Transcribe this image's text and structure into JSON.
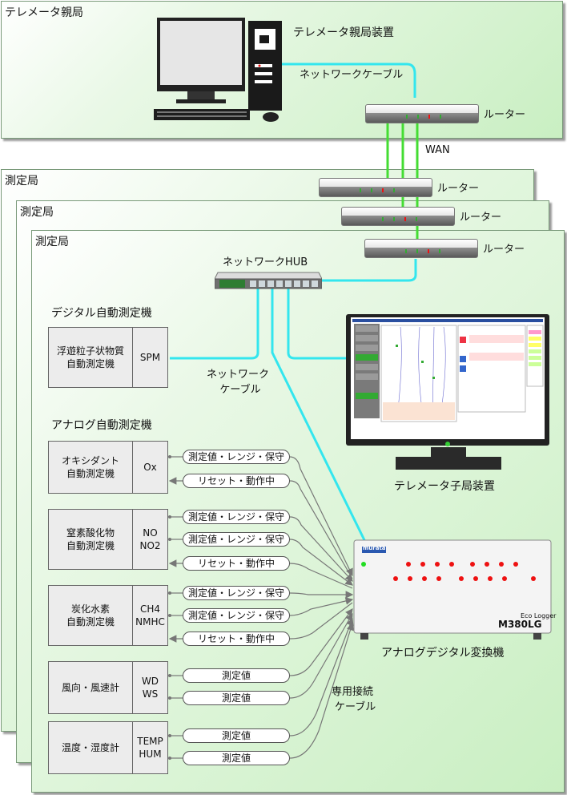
{
  "master": {
    "panel_title": "テレメータ親局",
    "device_label": "テレメータ親局装置",
    "cable_label": "ネットワークケーブル",
    "router_label": "ルーター"
  },
  "wan_label": "WAN",
  "stations": {
    "panel_title": "測定局",
    "router_label": "ルーター"
  },
  "hub_label": "ネットワークHUB",
  "digital": {
    "section_title": "デジタル自動測定機",
    "instrument": {
      "name_line1": "浮遊粒子状物質",
      "name_line2": "自動測定機",
      "code": "SPM"
    },
    "cable_line1": "ネットワーク",
    "cable_line2": "ケーブル"
  },
  "analog": {
    "section_title": "アナログ自動測定機",
    "instruments": [
      {
        "name_line1": "オキシダント",
        "name_line2": "自動測定機",
        "code_line1": "Ox",
        "code_line2": ""
      },
      {
        "name_line1": "窒素酸化物",
        "name_line2": "自動測定機",
        "code_line1": "NO",
        "code_line2": "NO2"
      },
      {
        "name_line1": "炭化水素",
        "name_line2": "自動測定機",
        "code_line1": "CH4",
        "code_line2": "NMHC"
      },
      {
        "name_line1": "風向・風速計",
        "name_line2": "",
        "code_line1": "WD",
        "code_line2": "WS"
      },
      {
        "name_line1": "温度・湿度計",
        "name_line2": "",
        "code_line1": "TEMP",
        "code_line2": "HUM"
      }
    ],
    "signals": {
      "measure_range": "測定値・レンジ・保守",
      "reset_run": "リセット・動作中",
      "measure": "測定値"
    }
  },
  "slave_device_label": "テレメータ子局装置",
  "converter": {
    "label": "アナログデジタル変換機",
    "brand": "murata",
    "model_line1": "Eco Logger",
    "model_line2": "M380LG"
  },
  "dedicated_cable_line1": "専用接続",
  "dedicated_cable_line2": "ケーブル",
  "colors": {
    "cable": "#33e6ee",
    "wan": "#44dd33",
    "panel_fill": "#c9efc2",
    "led_red": "#ee1111"
  }
}
